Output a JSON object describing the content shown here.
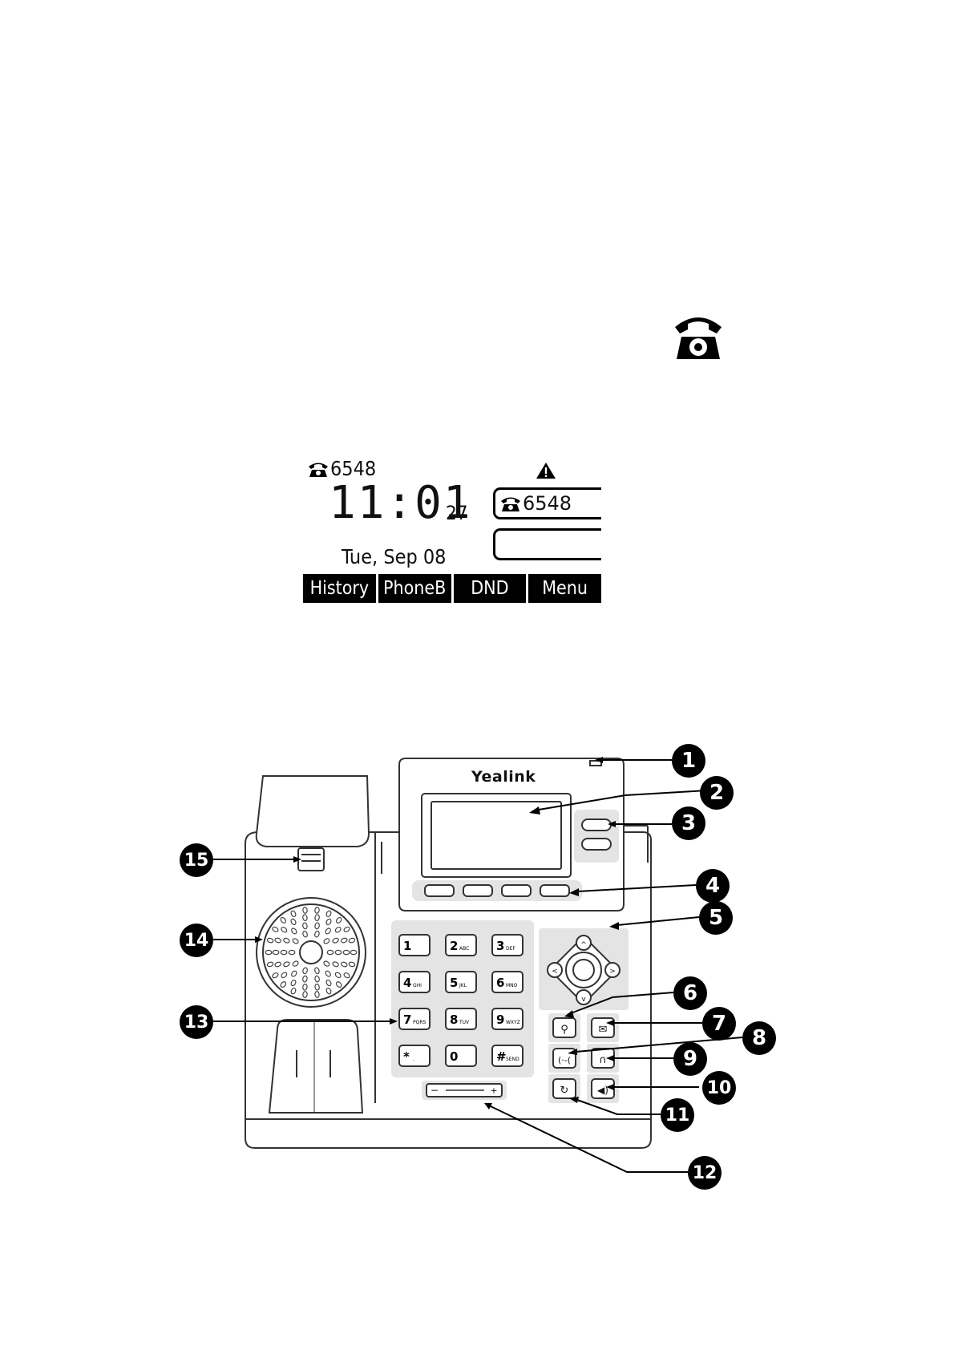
{
  "lcd": {
    "account": "6548",
    "time_main": "11:01",
    "time_seconds": "27",
    "date": "Tue, Sep 08",
    "line_keys": [
      "6548",
      ""
    ],
    "softkeys": [
      "History",
      "PhoneB",
      "DND",
      "Menu"
    ]
  },
  "phone": {
    "brand": "Yealink",
    "keypad": [
      {
        "digit": "1",
        "letters": ""
      },
      {
        "digit": "2",
        "letters": "ABC"
      },
      {
        "digit": "3",
        "letters": "DEF"
      },
      {
        "digit": "4",
        "letters": "GHI"
      },
      {
        "digit": "5",
        "letters": "JKL"
      },
      {
        "digit": "6",
        "letters": "MNO"
      },
      {
        "digit": "7",
        "letters": "PQRS"
      },
      {
        "digit": "8",
        "letters": "TUV"
      },
      {
        "digit": "9",
        "letters": "WXYZ"
      },
      {
        "digit": "*",
        "letters": "."
      },
      {
        "digit": "0",
        "letters": ""
      },
      {
        "digit": "#",
        "letters": "SEND"
      }
    ],
    "callouts": [
      "1",
      "2",
      "3",
      "4",
      "5",
      "6",
      "7",
      "8",
      "9",
      "10",
      "11",
      "12",
      "13",
      "14",
      "15"
    ]
  },
  "icons": {
    "standalone": "phone-handset-icon",
    "lcd_account": "phone-handset-icon",
    "lcd_status": "warning-triangle-icon"
  }
}
